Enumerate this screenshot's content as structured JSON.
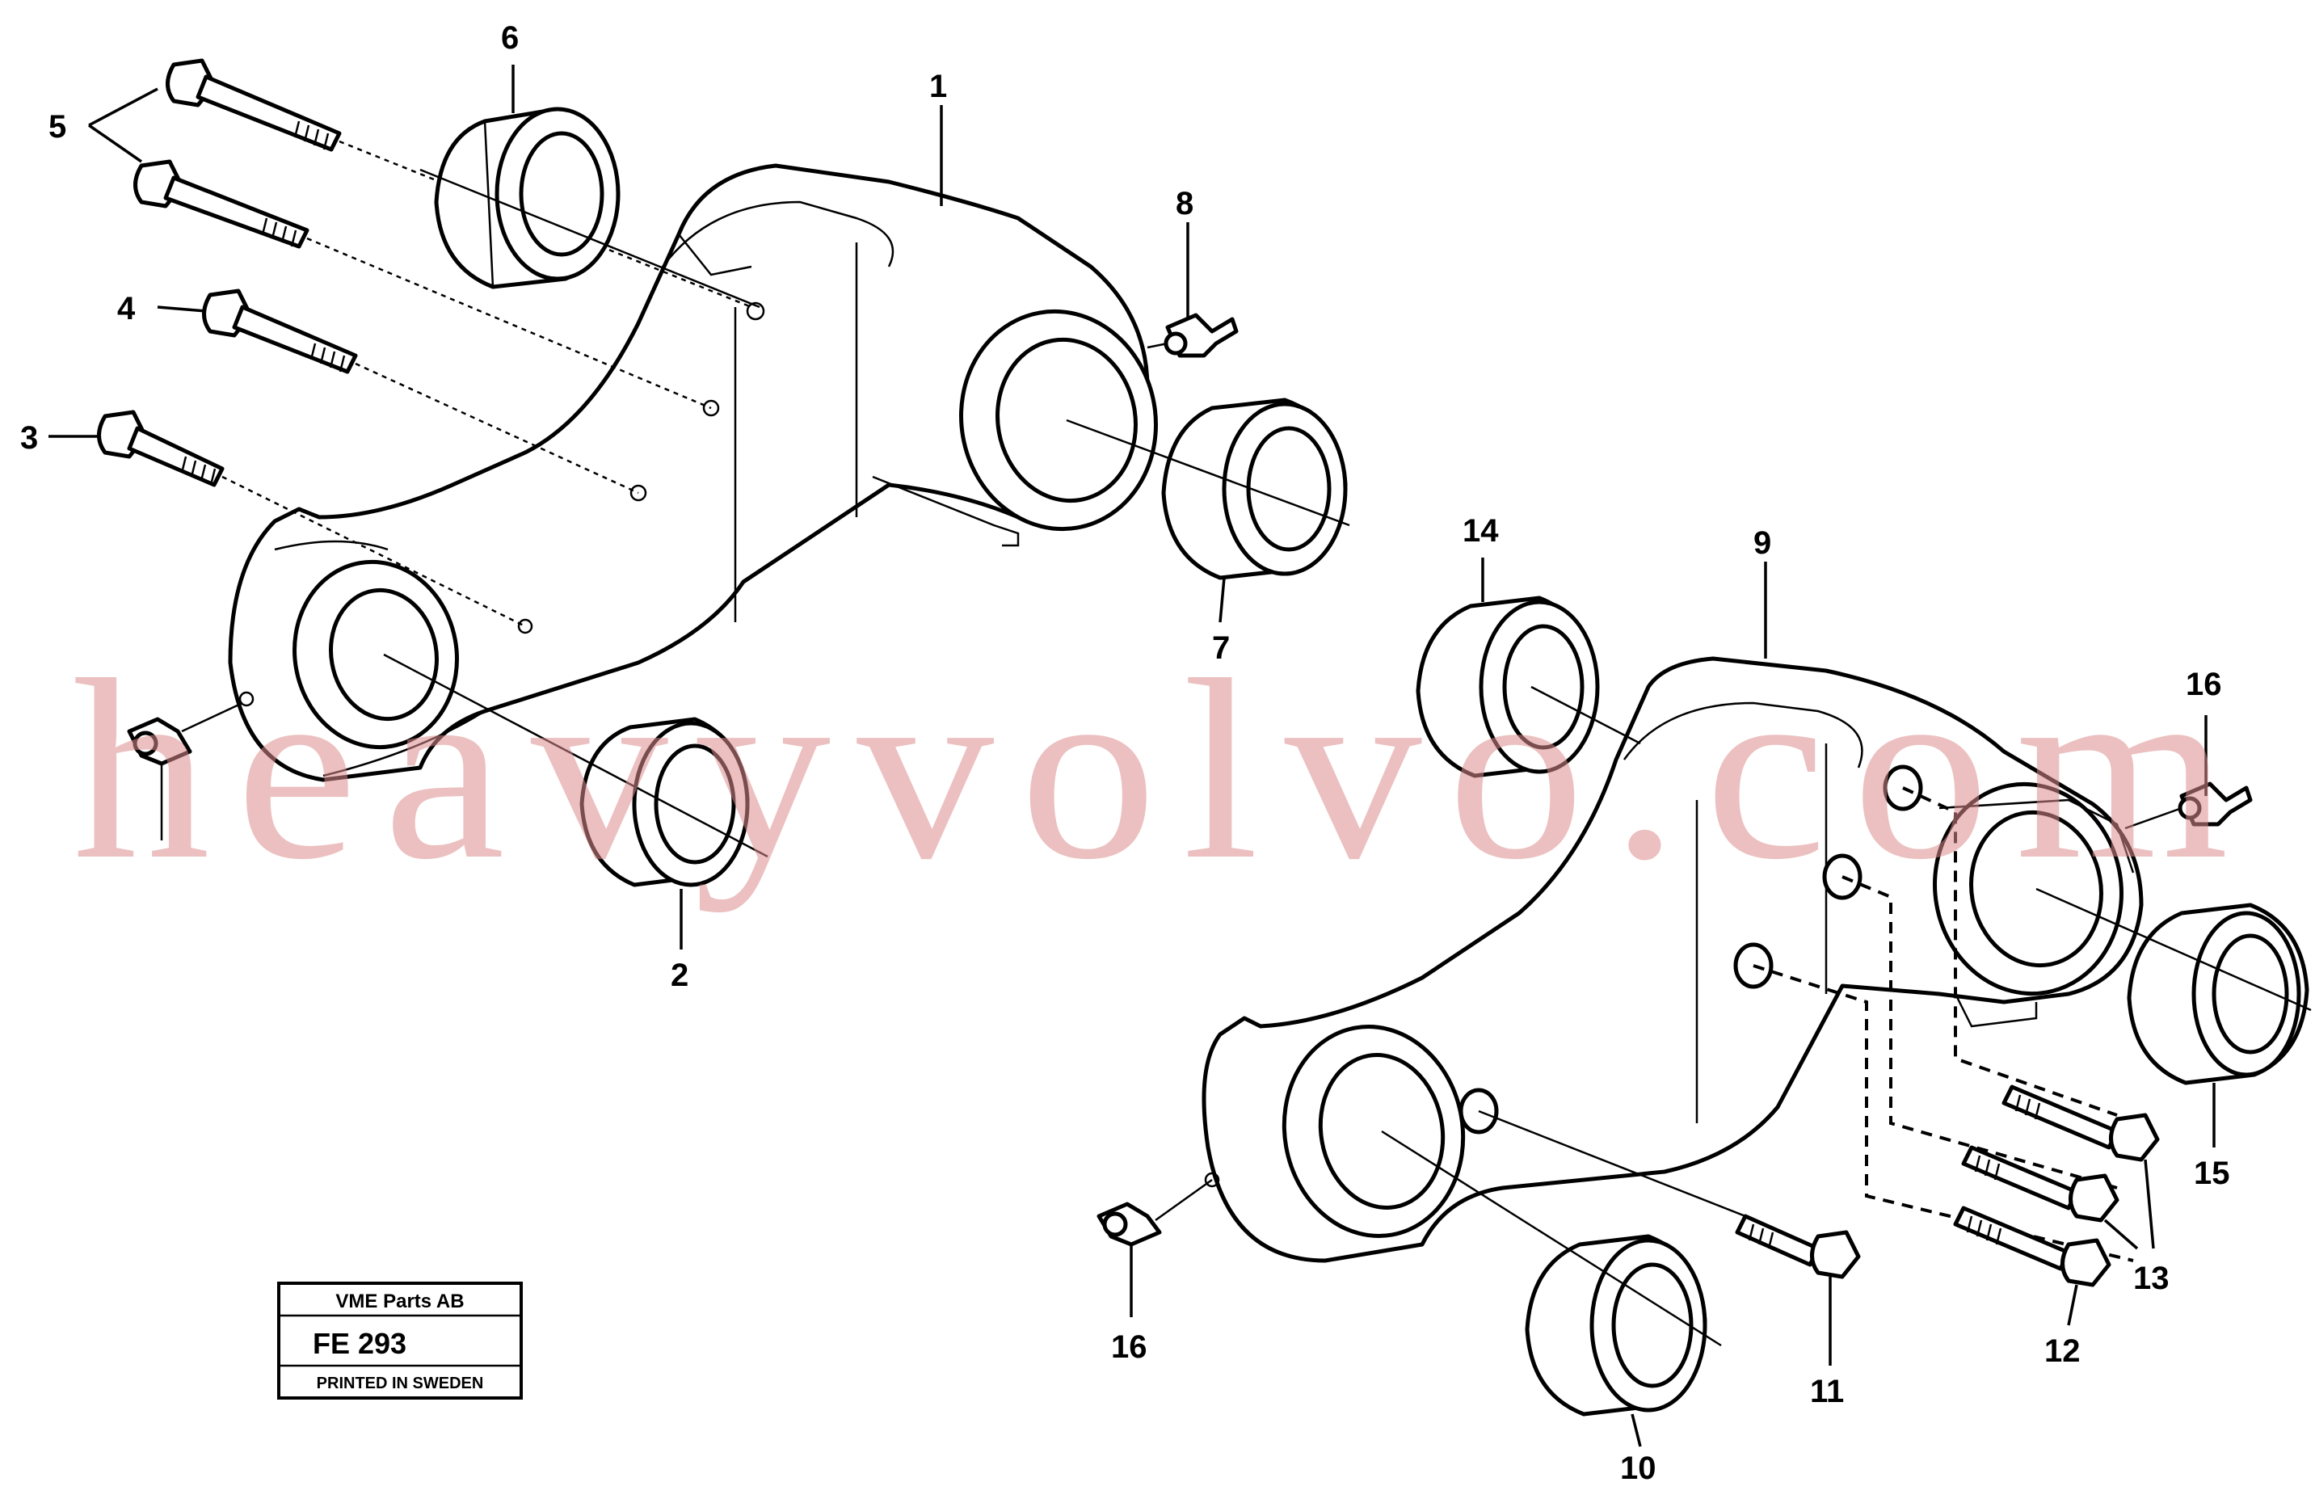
{
  "diagram": {
    "callouts": [
      "1",
      "2",
      "3",
      "4",
      "5",
      "6",
      "7",
      "8",
      "9",
      "10",
      "11",
      "12",
      "13",
      "14",
      "15",
      "16",
      "16"
    ]
  },
  "stamp": {
    "company": "VME Parts AB",
    "code": "FE 293",
    "printed": "PRINTED IN SWEDEN"
  },
  "watermark": "heavyvolvo.com"
}
